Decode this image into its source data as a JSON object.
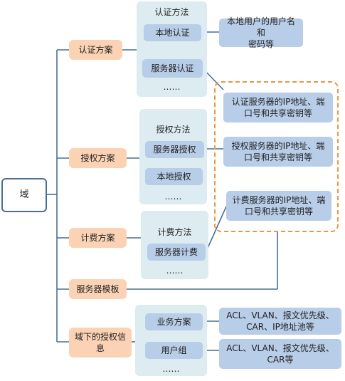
{
  "root": {
    "label": "域"
  },
  "auth_scheme": {
    "label": "认证方案",
    "methods_title": "认证方法",
    "local": "本地认证",
    "local_note": "本地用户的用户名和\n密码等",
    "server": "服务器认证",
    "more": "……"
  },
  "authz_scheme": {
    "label": "授权方案",
    "methods_title": "授权方法",
    "server": "服务器授权",
    "local": "本地授权",
    "more": "……"
  },
  "acct_scheme": {
    "label": "计费方案",
    "methods_title": "计费方法",
    "server": "服务器计费",
    "more": "……"
  },
  "server_template": {
    "label": "服务器模板"
  },
  "server_info": {
    "auth": "认证服务器的IP地址、端\n口号和共享密钥等",
    "authz": "授权服务器的IP地址、端\n口号和共享密钥等",
    "acct": "计费服务器的IP地址、端\n口号和共享密钥等"
  },
  "domain_authz_info": {
    "label": "域下的授权信\n息",
    "business": "业务方案",
    "business_note": "ACL、VLAN、报文优先级、\nCAR、IP地址池等",
    "user_group": "用户组",
    "user_group_note": "ACL、VLAN、报文优先级、\nCAR等",
    "more": "……"
  },
  "colors": {
    "scheme": "#fbd3b4",
    "panel": "#dcecf0",
    "item": "#b8cde8",
    "line": "#4a6f96",
    "dash": "#f0953e"
  }
}
